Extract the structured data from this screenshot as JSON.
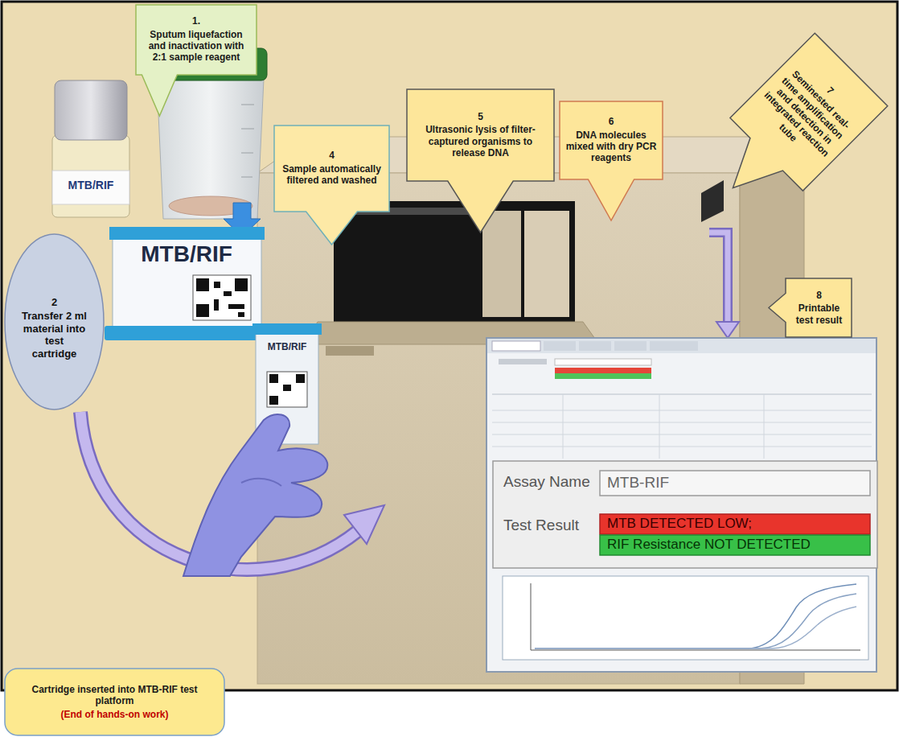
{
  "diagram": {
    "nodes": [
      {
        "text": [
          "1.",
          "Sputum liquefaction and inactivation with 2:1 sample reagent"
        ]
      },
      {
        "text": [
          "2",
          "Transfer 2 ml material into test cartridge"
        ]
      },
      {
        "text": [
          "4",
          "Sample automatically filtered and washed"
        ]
      },
      {
        "text": [
          "5",
          "Ultrasonic lysis of filter-captured organisms to release DNA"
        ]
      },
      {
        "text": [
          "6",
          "DNA molecules mixed with dry PCR reagents"
        ]
      },
      {
        "text": [
          "7",
          "Seminested real-time amplification and detection in integrated reaction tube"
        ]
      },
      {
        "text": [
          "8",
          "Printable test result"
        ]
      },
      {
        "text": [
          "Cartridge inserted into MTB-RIF test platform",
          "(End of hands-on work)"
        ]
      },
      {
        "text": [
          "Assay Name",
          "Test Result"
        ]
      },
      {
        "text": [
          "MTB-RIF"
        ],
        "in": 8
      },
      {
        "text": [
          "MTB DETECTED LOW;"
        ],
        "in": 8
      },
      {
        "text": [
          "RIF Resistance NOT DETECTED"
        ],
        "in": 8
      }
    ],
    "labels": [
      "MTB/RIF",
      "MTB/RIF",
      "MTB/RIF"
    ]
  }
}
